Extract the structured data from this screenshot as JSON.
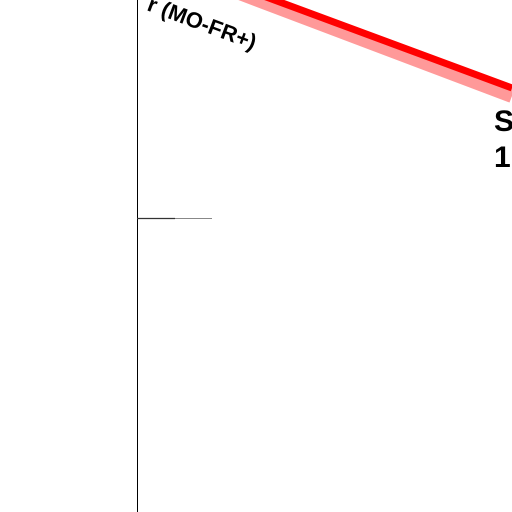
{
  "map": {
    "route": {
      "label_partial": "r (MO-FR+)",
      "line_color": "#ff0000",
      "casing_color": "#ff9999"
    },
    "stop_label": {
      "line1_partial": "S",
      "line2_partial": "1"
    },
    "colors": {
      "background": "#ffffff",
      "axis_line": "#000000",
      "tick_dark": "#333333",
      "tick_light": "#888888"
    }
  }
}
